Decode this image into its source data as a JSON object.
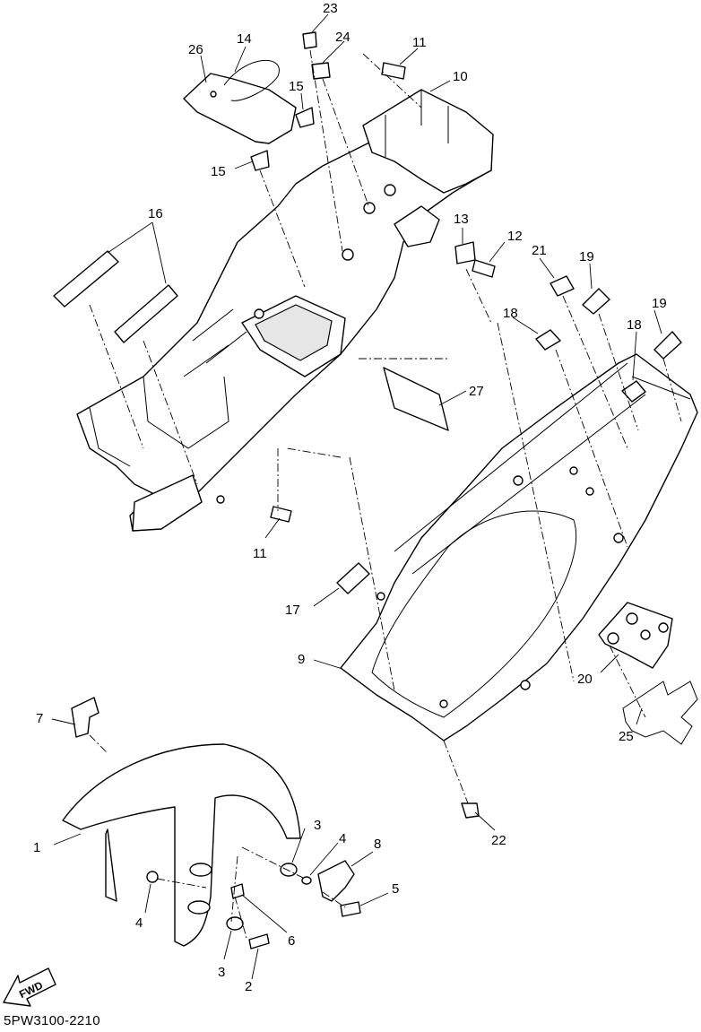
{
  "diagram_code": "5PW3100-2210",
  "fwd_label": "FWD",
  "callouts": [
    "1",
    "2",
    "3",
    "3",
    "4",
    "4",
    "5",
    "6",
    "7",
    "8",
    "9",
    "10",
    "11",
    "11",
    "12",
    "13",
    "14",
    "15",
    "15",
    "16",
    "17",
    "18",
    "18",
    "19",
    "19",
    "20",
    "21",
    "22",
    "23",
    "24",
    "25",
    "26",
    "27"
  ]
}
